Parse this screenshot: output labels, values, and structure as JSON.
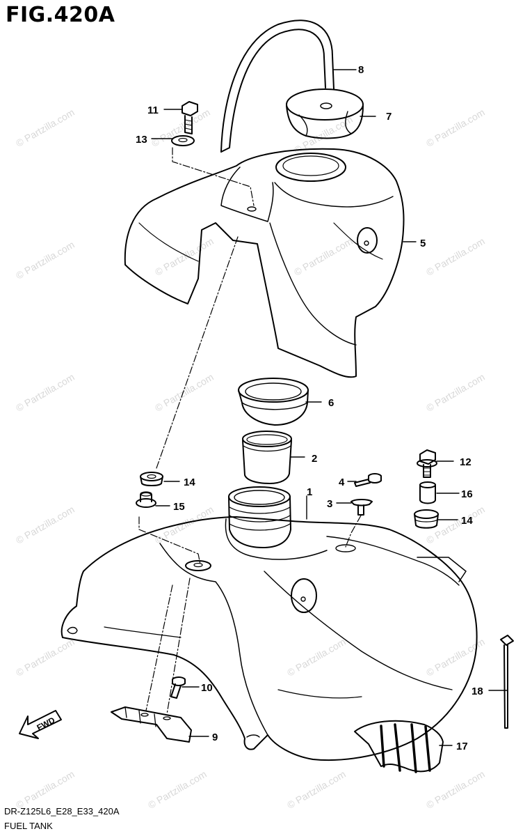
{
  "figure": {
    "title": "FIG.420A",
    "code": "DR-Z125L6_E28_E33_420A",
    "subtitle": "FUEL TANK"
  },
  "watermark": "© Partzilla.com",
  "fwd_label": "FWD",
  "callouts": [
    "1",
    "2",
    "3",
    "4",
    "5",
    "6",
    "7",
    "8",
    "9",
    "10",
    "11",
    "12",
    "13",
    "14",
    "14",
    "15",
    "16",
    "17",
    "18"
  ]
}
